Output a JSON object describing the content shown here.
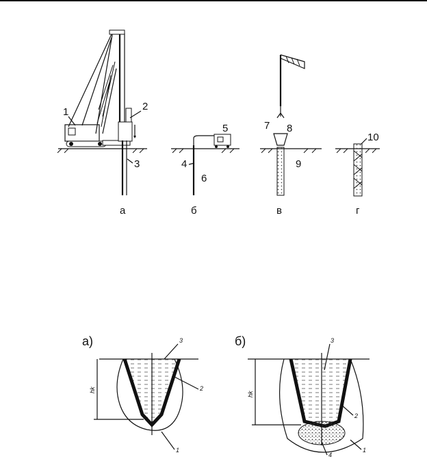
{
  "figure_top": {
    "callouts": [
      "1",
      "2",
      "3",
      "4",
      "5",
      "6",
      "7",
      "8",
      "9",
      "10"
    ],
    "captions": [
      "а",
      "б",
      "в",
      "г"
    ]
  },
  "figure_bottom": {
    "panel_a": {
      "label": "а)",
      "depth_label": "hk",
      "callouts": [
        "3",
        "2",
        "1"
      ]
    },
    "panel_b": {
      "label": "б)",
      "depth_label": "hk",
      "callouts": [
        "3",
        "2",
        "4",
        "1"
      ]
    }
  }
}
